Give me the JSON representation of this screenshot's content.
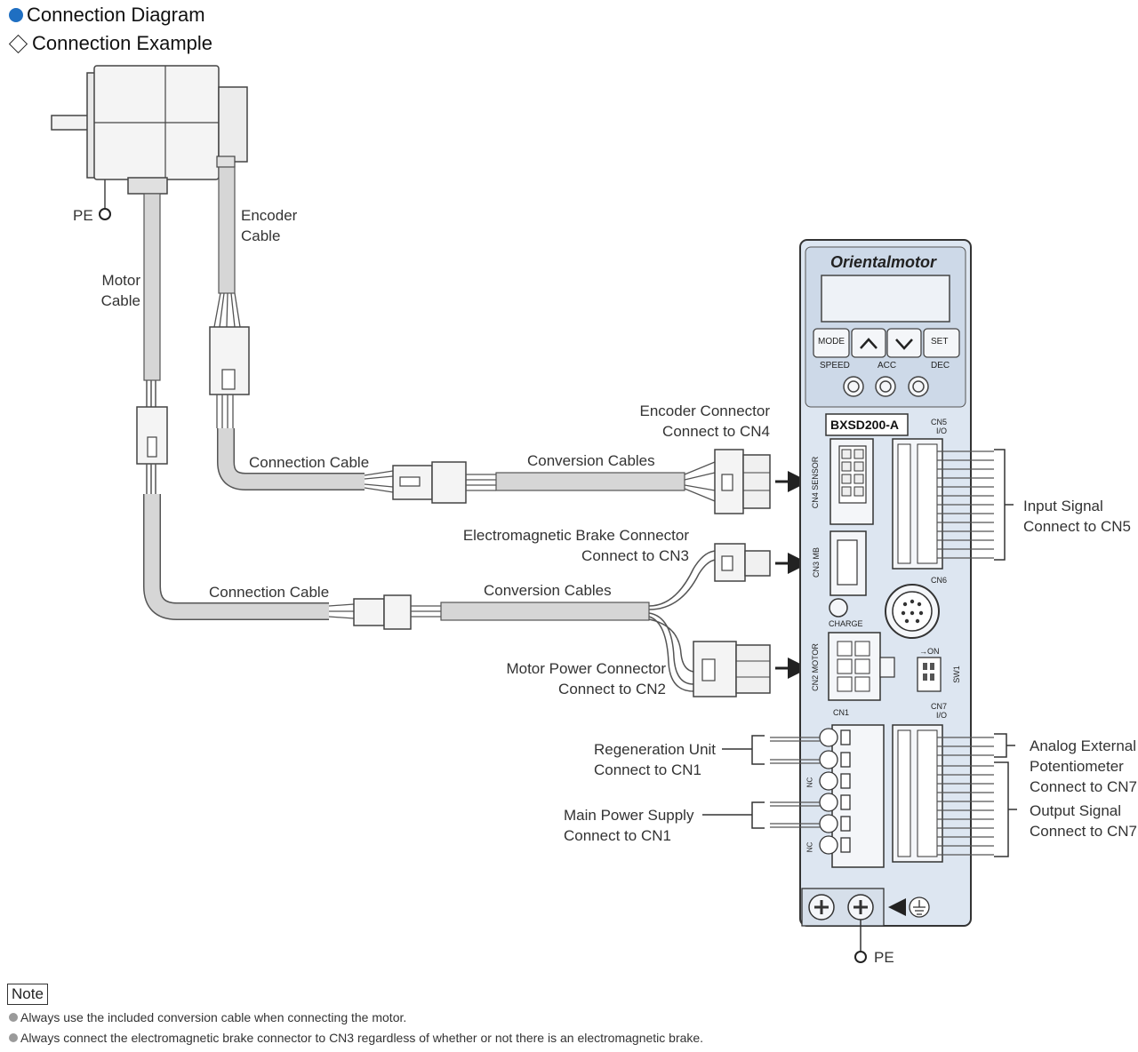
{
  "headings": {
    "diagram": "Connection Diagram",
    "example": "Connection Example"
  },
  "labels": {
    "pe_top": "PE",
    "encoder_cable": [
      "Encoder",
      "Cable"
    ],
    "motor_cable": [
      "Motor",
      "Cable"
    ],
    "connection_cable_upper": "Connection Cable",
    "connection_cable_lower": "Connection Cable",
    "conversion_cables_upper": "Conversion Cables",
    "conversion_cables_lower": "Conversion Cables",
    "encoder_connector": [
      "Encoder Connector",
      "Connect to CN4"
    ],
    "brake_connector": [
      "Electromagnetic Brake Connector",
      "Connect to CN3"
    ],
    "motor_power_connector": [
      "Motor Power Connector",
      "Connect to CN2"
    ],
    "regeneration_unit": [
      "Regeneration Unit",
      "Connect to CN1"
    ],
    "main_power_supply": [
      "Main Power Supply",
      "Connect to CN1"
    ],
    "input_signal": [
      "Input Signal",
      "Connect to CN5"
    ],
    "analog_pot": [
      "Analog External",
      "Potentiometer",
      "Connect to CN7"
    ],
    "output_signal": [
      "Output Signal",
      "Connect to CN7"
    ],
    "pe_bottom": "PE"
  },
  "driver": {
    "brand": "Orientalmotor",
    "model": "BXSD200-A",
    "buttons": [
      "MODE",
      "^",
      "v",
      "SET"
    ],
    "pots": [
      "SPEED",
      "ACC",
      "DEC"
    ],
    "cn5": [
      "CN5",
      "I/O"
    ],
    "cn4": "CN4  SENSOR",
    "cn3": "CN3  MB",
    "cn6": "CN6",
    "charge": "CHARGE",
    "cn2": "CN2  MOTOR",
    "sw_on": "→ON",
    "sw1": "SW1",
    "cn7": [
      "CN7",
      "I/O"
    ],
    "cn1": "CN1",
    "nc": "NC"
  },
  "note": {
    "title": "Note",
    "items": [
      "Always use the included conversion cable when connecting the motor.",
      "Always connect the electromagnetic brake connector to CN3 regardless of whether or not there is an electromagnetic brake."
    ]
  }
}
